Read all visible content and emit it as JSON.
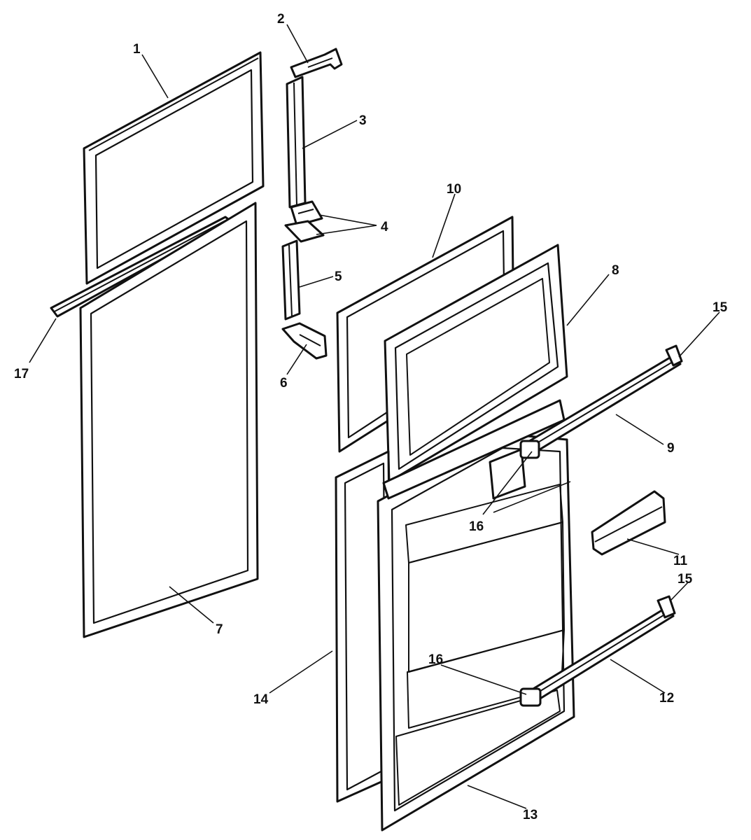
{
  "diagram": {
    "labels": {
      "l1": "1",
      "l2": "2",
      "l3": "3",
      "l4": "4",
      "l5": "5",
      "l6": "6",
      "l7": "7",
      "l8": "8",
      "l9": "9",
      "l10": "10",
      "l11": "11",
      "l12": "12",
      "l13": "13",
      "l14": "14",
      "l15a": "15",
      "l15b": "15",
      "l16a": "16",
      "l16b": "16",
      "l17": "17"
    }
  }
}
